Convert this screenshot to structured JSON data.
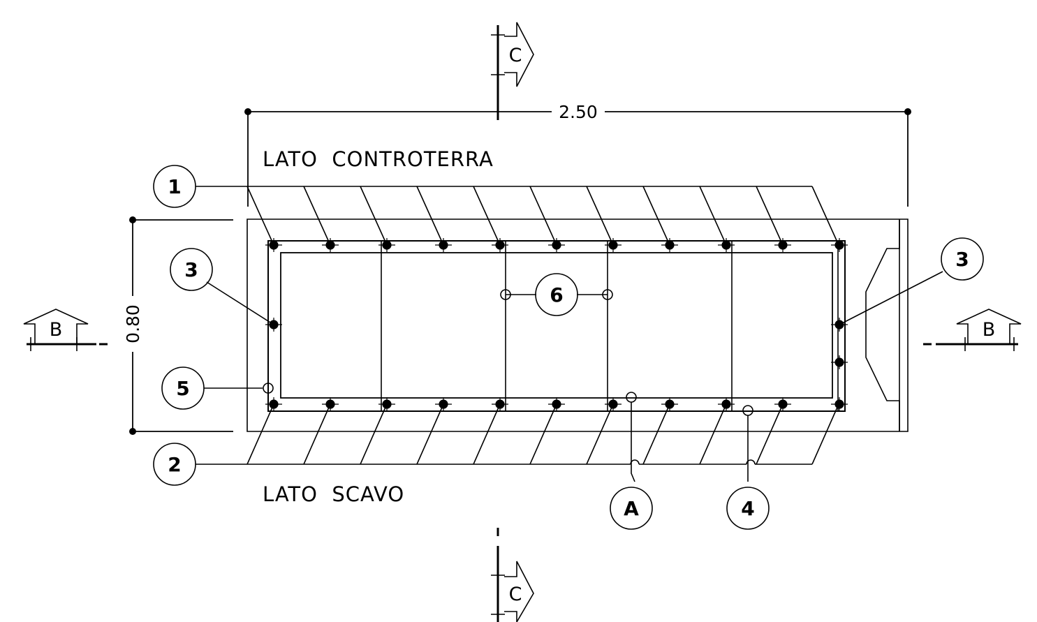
{
  "drawing": {
    "dimension_width": "2.50",
    "dimension_height": "0.80",
    "label_top": "LATO  CONTROTERRA",
    "label_bottom": "LATO  SCAVO",
    "section_c": "C",
    "section_b": "B"
  },
  "callouts": {
    "c1": "1",
    "c2": "2",
    "c3_left": "3",
    "c3_right": "3",
    "c4": "4",
    "c5": "5",
    "c6": "6",
    "cA": "A"
  },
  "colors": {
    "line": "#000000",
    "background": "#ffffff"
  }
}
